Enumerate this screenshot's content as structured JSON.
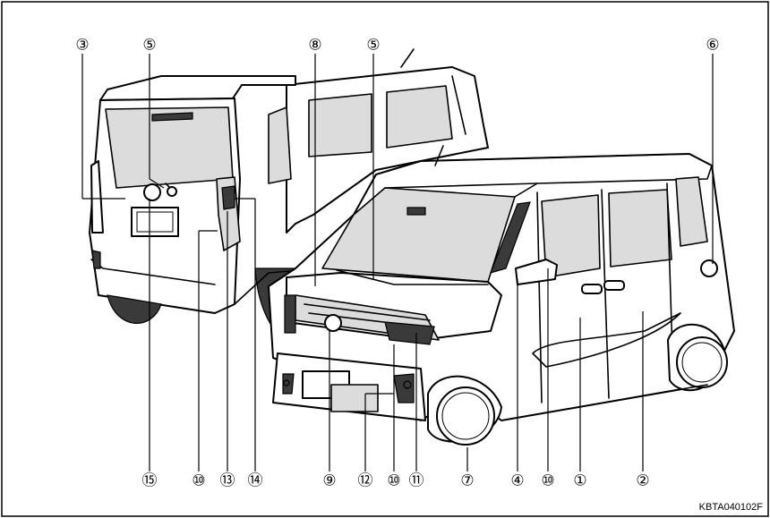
{
  "diagram_code": "KBTA040102F",
  "callouts": [
    {
      "label": "③"
    },
    {
      "label": "⑤"
    },
    {
      "label": "⑧"
    },
    {
      "label": "⑤"
    },
    {
      "label": "⑥"
    },
    {
      "label": "⑮"
    },
    {
      "label": "⑩"
    },
    {
      "label": "⑬"
    },
    {
      "label": "⑭"
    },
    {
      "label": "⑨"
    },
    {
      "label": "⑫"
    },
    {
      "label": "⑩"
    },
    {
      "label": "⑪"
    },
    {
      "label": "⑦"
    },
    {
      "label": "④"
    },
    {
      "label": "⑩"
    },
    {
      "label": "①"
    },
    {
      "label": "②"
    }
  ]
}
